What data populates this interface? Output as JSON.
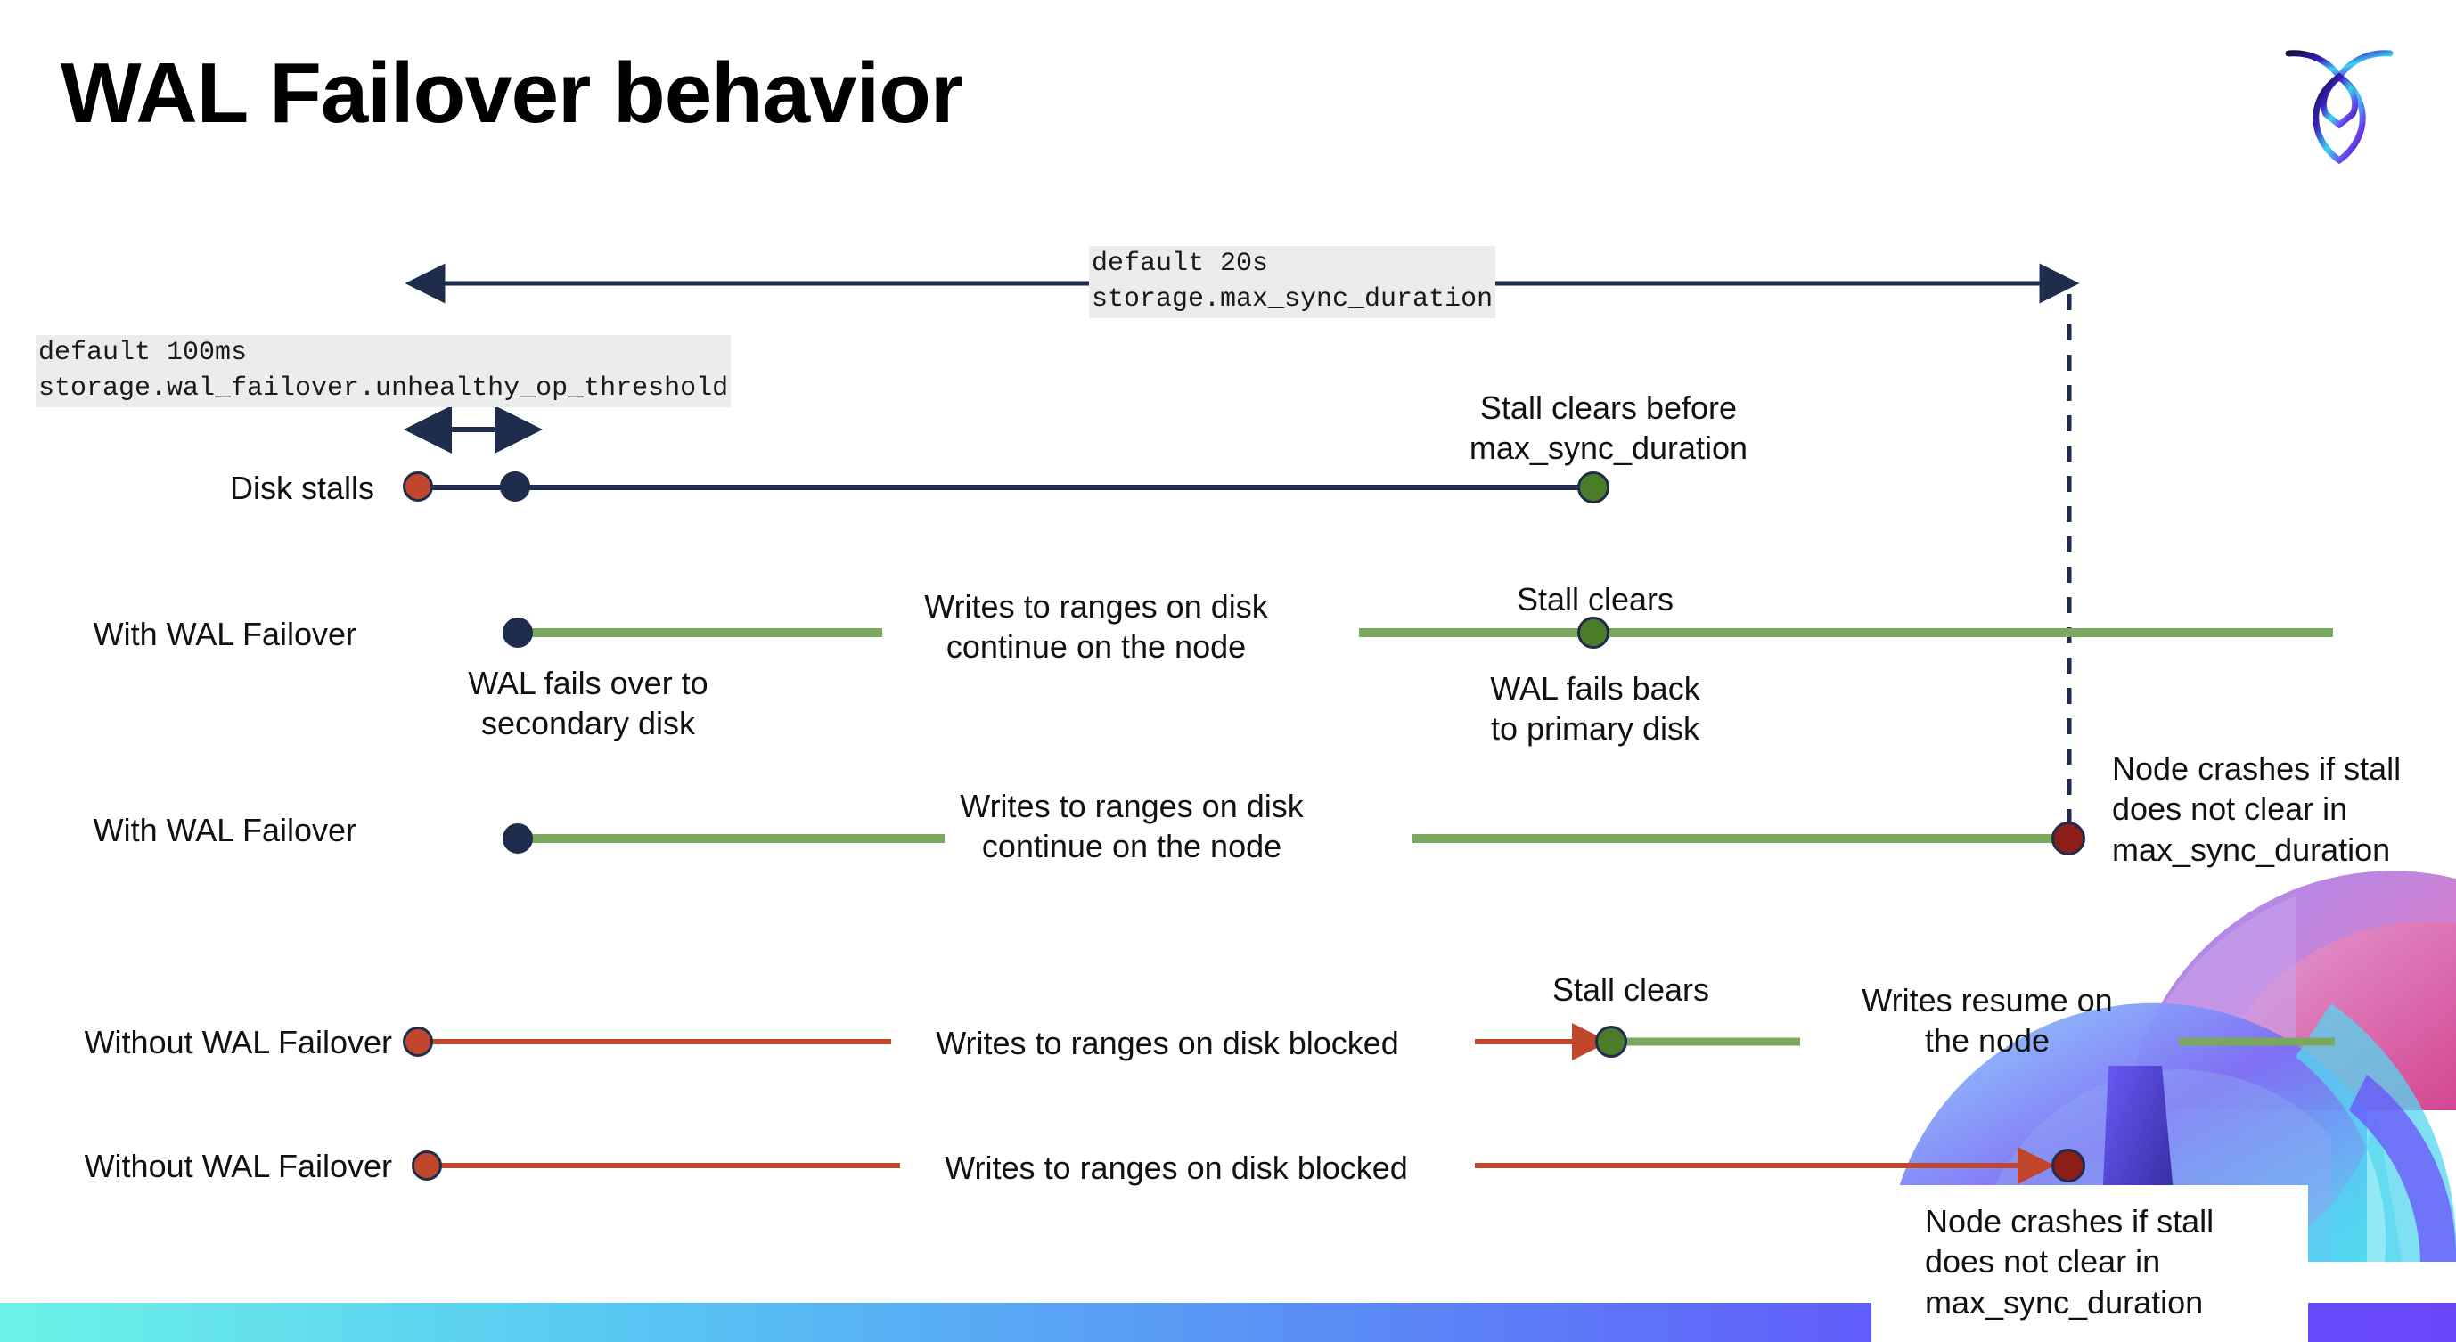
{
  "slide": {
    "title": "WAL Failover behavior",
    "logo_name": "cockroachdb-logo"
  },
  "annotations": {
    "max_sync": {
      "default": "default 20s",
      "setting": "storage.max_sync_duration"
    },
    "unhealthy": {
      "default": "default 100ms",
      "setting": "storage.wal_failover.unhealthy_op_threshold"
    }
  },
  "rows": [
    {
      "id": "disk-stalls",
      "label": "Disk stalls",
      "note_above": "Stall clears before\nmax_sync_duration"
    },
    {
      "id": "with-wal-failover-1",
      "label": "With WAL Failover",
      "note_start": "WAL fails over to\nsecondary disk",
      "note_mid": "Writes to ranges on disk\ncontinue on the node",
      "note_clear": "Stall clears",
      "note_back": "WAL fails  back\nto primary disk"
    },
    {
      "id": "with-wal-failover-2",
      "label": "With WAL Failover",
      "note_mid": "Writes to ranges on disk\ncontinue on the node",
      "note_crash": "Node crashes if stall\ndoes not clear in\nmax_sync_duration"
    },
    {
      "id": "without-wal-failover-1",
      "label": "Without WAL Failover",
      "note_mid": "Writes to ranges on disk  blocked",
      "note_clear": "Stall clears",
      "note_resume": "Writes resume on\nthe node"
    },
    {
      "id": "without-wal-failover-2",
      "label": "Without WAL Failover",
      "note_mid": "Writes to ranges on disk  blocked",
      "note_crash": "Node crashes if stall\ndoes not clear in\nmax_sync_duration"
    }
  ],
  "colors": {
    "navy": "#1f2d4d",
    "green_line": "#7aa85c",
    "green_dot": "#4a7d28",
    "red_line": "#c0462c",
    "red_dot": "#c0462c",
    "dark_red_dot": "#8d1d17",
    "code_bg": "#ececec",
    "title": "#000000"
  }
}
